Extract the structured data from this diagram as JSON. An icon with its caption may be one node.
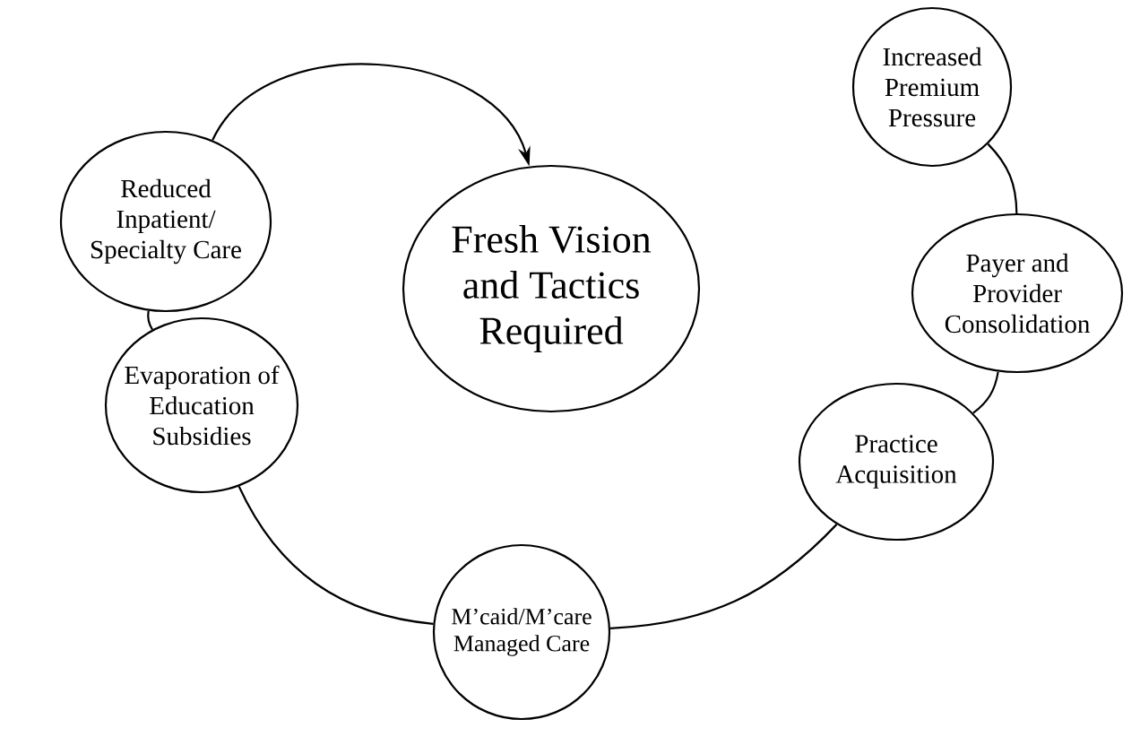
{
  "diagram": {
    "nodes": [
      {
        "text": [
          "Increased Premium Pressure"
        ]
      },
      {
        "text": [
          "Payer and Provider Consolidation"
        ]
      },
      {
        "text": [
          "Practice Acquisition"
        ]
      },
      {
        "text": [
          "M’caid/M’care Managed Care"
        ]
      },
      {
        "text": [
          "Evaporation of Education Subsidies"
        ]
      },
      {
        "text": [
          "Reduced Inpatient/ Specialty Care"
        ]
      },
      {
        "text": [
          "Fresh Vision and Tactics Required"
        ]
      }
    ],
    "edges": [
      {
        "from": 0,
        "to": 1,
        "arrow": "none"
      },
      {
        "from": 1,
        "to": 2,
        "arrow": "none"
      },
      {
        "from": 2,
        "to": 3,
        "arrow": "none"
      },
      {
        "from": 3,
        "to": 4,
        "arrow": "none"
      },
      {
        "from": 4,
        "to": 5,
        "arrow": "none"
      },
      {
        "from": 5,
        "to": 6,
        "arrow": "to"
      }
    ]
  }
}
